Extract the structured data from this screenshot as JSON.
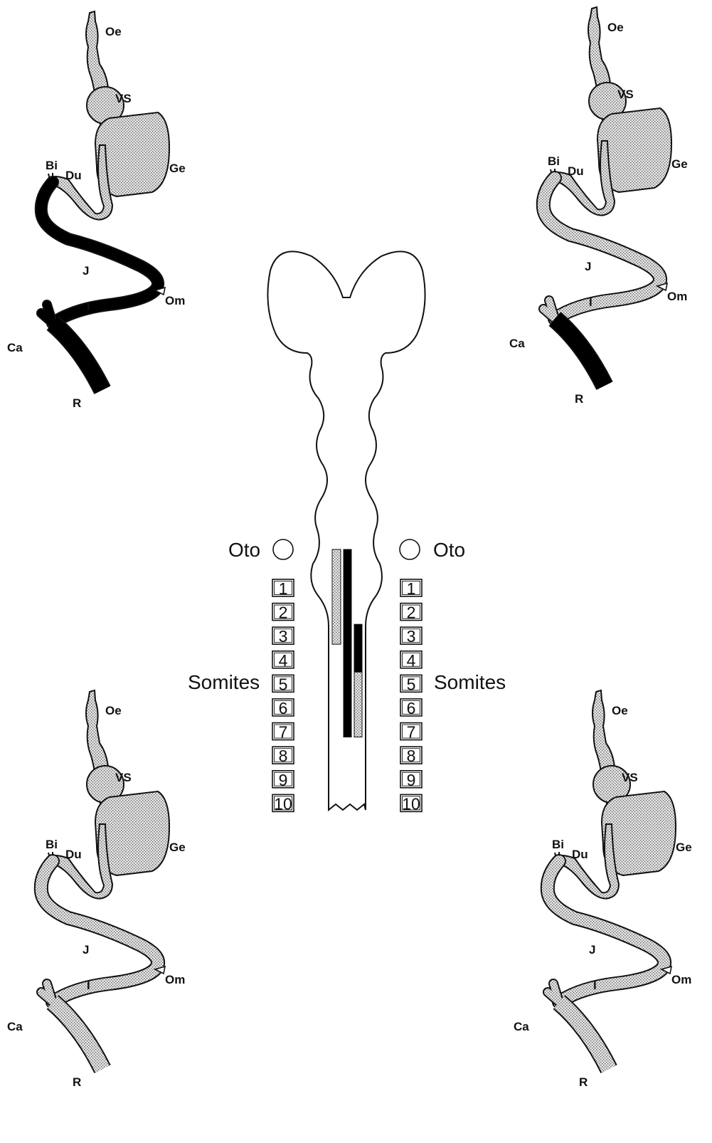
{
  "colors": {
    "stipple_background": "#e2e2e2",
    "stipple_dot": "#5a5a5a",
    "solid_fill": "#000000",
    "outline": "#111111"
  },
  "gut_labels": {
    "oesophagus": "Oe",
    "vormagen": "VS",
    "gizzard": "Ge",
    "bile_duct": "Bi",
    "duodenum": "Du",
    "jejunum": "J",
    "ileum": "I",
    "omphalomesenteric": "Om",
    "caeca": "Ca",
    "rectum": "R"
  },
  "gut_panels": [
    {
      "position": "top-left",
      "solid_regions": [
        "J",
        "I",
        "Ca",
        "R"
      ]
    },
    {
      "position": "top-right",
      "solid_regions": [
        "R"
      ]
    },
    {
      "position": "bottom-left",
      "solid_regions": []
    },
    {
      "position": "bottom-right",
      "solid_regions": []
    }
  ],
  "embryo": {
    "left_label_oto": "Oto",
    "right_label_oto": "Oto",
    "left_label_somites": "Somites",
    "right_label_somites": "Somites",
    "somites": [
      "1",
      "2",
      "3",
      "4",
      "5",
      "6",
      "7",
      "8",
      "9",
      "10"
    ],
    "graft_bars": [
      {
        "column": 1,
        "from_somite": 0,
        "to_somite": 3,
        "fill": "stippled"
      },
      {
        "column": 2,
        "from_somite": 0,
        "to_somite": 7,
        "fill": "solid"
      },
      {
        "column": 3,
        "from_somite": 3,
        "to_somite": 5,
        "fill": "solid"
      },
      {
        "column": 3,
        "from_somite": 5,
        "to_somite": 7,
        "fill": "stippled"
      }
    ]
  }
}
